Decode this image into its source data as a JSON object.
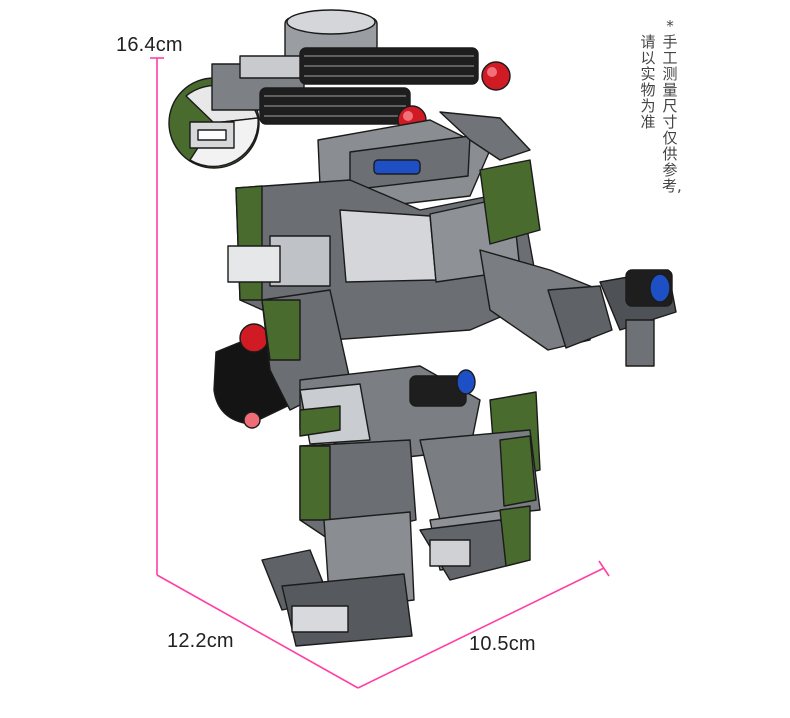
{
  "dimensions": {
    "height": "16.4cm",
    "depth": "12.2cm",
    "width": "10.5cm"
  },
  "note": {
    "line1": "*手工测量尺寸仅供参考,",
    "line2": "请以实物为准"
  },
  "colors": {
    "measure_line": "#ff3fa4",
    "army_green": "#4a6b2e",
    "dark_gray": "#5a5d61",
    "light_gray": "#c9ccd0",
    "trans_red": "#e0202a",
    "trans_blue": "#1f4fc4"
  },
  "subject": "mech-robot-brick-model"
}
